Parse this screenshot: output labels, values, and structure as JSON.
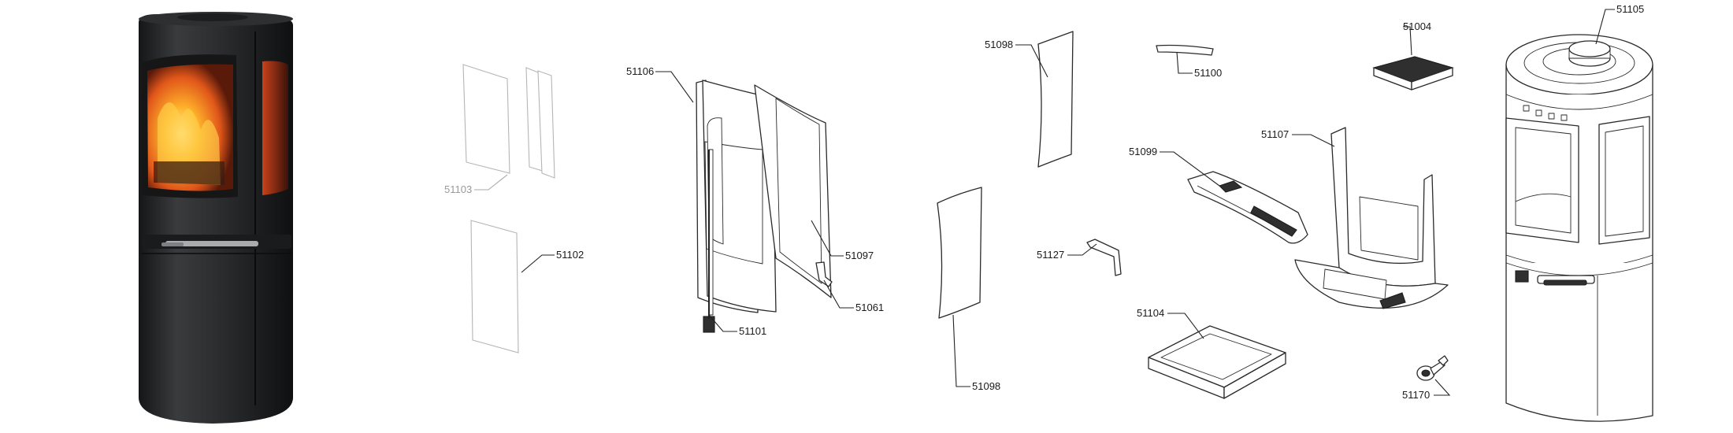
{
  "parts": {
    "p51103": "51103",
    "p51102": "51102",
    "p51106": "51106",
    "p51097": "51097",
    "p51061": "51061",
    "p51101": "51101",
    "p51098_top": "51098",
    "p51098_bottom": "51098",
    "p51127": "51127",
    "p51100": "51100",
    "p51099": "51099",
    "p51107": "51107",
    "p51104": "51104",
    "p51004": "51004",
    "p51170": "51170",
    "p51105": "51105"
  },
  "colors": {
    "stove_body": "#2b2c2e",
    "fire": "#f08a1a",
    "line_art": "#2a2a2a"
  }
}
